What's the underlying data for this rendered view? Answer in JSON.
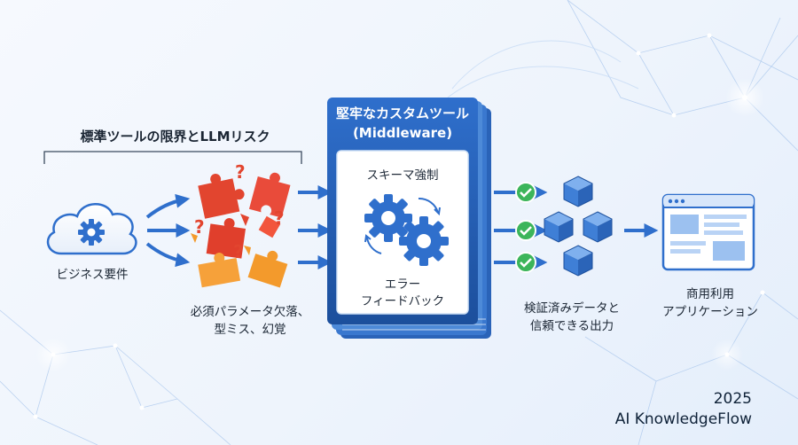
{
  "left_group": {
    "title": "標準ツールの限界とLLMリスク"
  },
  "source": {
    "label": "ビジネス要件",
    "icon": "cloud-gear-icon"
  },
  "risks": {
    "label_line1": "必須パラメータ欠落、",
    "label_line2": "型ミス、幻覚",
    "icon": "broken-puzzle-icon"
  },
  "middleware": {
    "title_line1": "堅牢なカスタムツール",
    "title_line2": "(Middleware)",
    "schema_label": "スキーマ強制",
    "feedback_line1": "エラー",
    "feedback_line2": "フィードバック",
    "icon": "gears-icon"
  },
  "output": {
    "label_line1": "検証済みデータと",
    "label_line2": "信頼できる出力",
    "icon": "validated-cubes-icon"
  },
  "application": {
    "label_line1": "商用利用",
    "label_line2": "アプリケーション",
    "icon": "browser-window-icon"
  },
  "footer": {
    "year": "2025",
    "brand": "AI KnowledgeFlow"
  },
  "colors": {
    "primary_blue": "#2f6fcc",
    "dark_blue": "#1c4f9c",
    "puzzle_red": "#e2452f",
    "puzzle_orange": "#f39a2c",
    "check_green": "#3cb55a",
    "cube_blue": "#3f7fd6"
  }
}
